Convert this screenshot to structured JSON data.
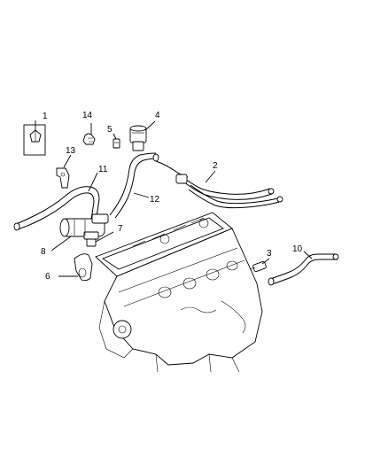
{
  "diagram": {
    "callouts": [
      {
        "id": "c1",
        "label": "1"
      },
      {
        "id": "c2",
        "label": "2"
      },
      {
        "id": "c3",
        "label": "3"
      },
      {
        "id": "c4",
        "label": "4"
      },
      {
        "id": "c5",
        "label": "5"
      },
      {
        "id": "c6",
        "label": "6"
      },
      {
        "id": "c7",
        "label": "7"
      },
      {
        "id": "c8",
        "label": "8"
      },
      {
        "id": "c10",
        "label": "10"
      },
      {
        "id": "c11",
        "label": "11"
      },
      {
        "id": "c12",
        "label": "12"
      },
      {
        "id": "c13",
        "label": "13"
      },
      {
        "id": "c14",
        "label": "14"
      }
    ]
  }
}
